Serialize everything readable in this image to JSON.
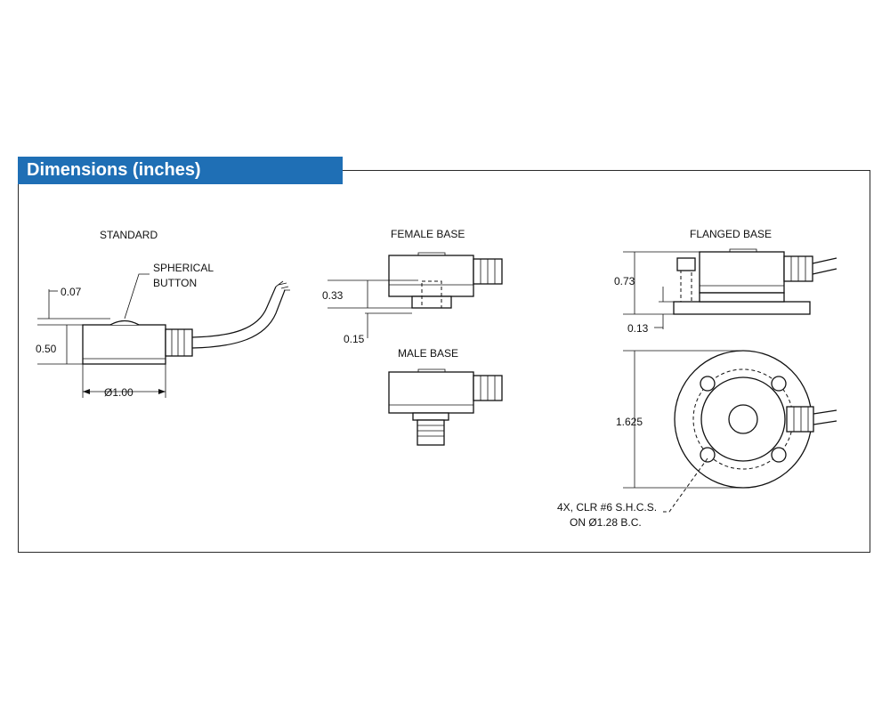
{
  "header": {
    "title": "Dimensions (inches)"
  },
  "views": {
    "standard": {
      "title": "STANDARD",
      "button_label_1": "SPHERICAL",
      "button_label_2": "BUTTON",
      "dim_button_height": "0.07",
      "dim_body_height": "0.50",
      "dim_diameter": "Ø1.00"
    },
    "female": {
      "title": "FEMALE BASE",
      "dim_height": "0.33",
      "dim_base": "0.15"
    },
    "male": {
      "title": "MALE BASE"
    },
    "flanged": {
      "title": "FLANGED BASE",
      "dim_height": "0.73",
      "dim_flange": "0.13",
      "dim_diameter": "1.625",
      "note_1": "4X, CLR #6 S.H.C.S.",
      "note_2": "ON Ø1.28 B.C."
    }
  }
}
